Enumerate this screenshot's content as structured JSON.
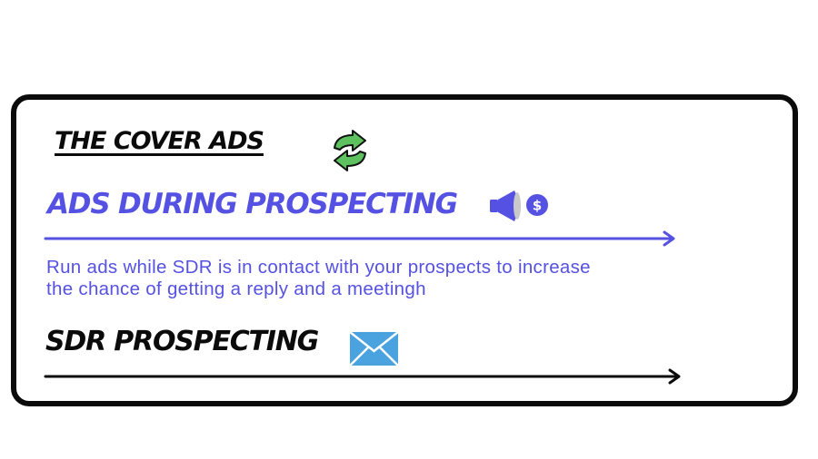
{
  "cover": {
    "title": "THE COVER ADS",
    "title_icon": "cycle-arrows-icon"
  },
  "ads_section": {
    "heading": "ADS DURING PROSPECTING",
    "icon": "megaphone-dollar-icon",
    "description_line1": "Run ads while SDR is in contact with your prospects to increase",
    "description_line2": "the chance of getting a reply and a meetingh"
  },
  "sdr_section": {
    "heading": "SDR PROSPECTING",
    "icon": "envelope-icon"
  },
  "colors": {
    "accent": "#5551e3",
    "ink": "#0b0b0b",
    "icon_green": "#5cc15e",
    "envelope_blue": "#4aa3df"
  }
}
